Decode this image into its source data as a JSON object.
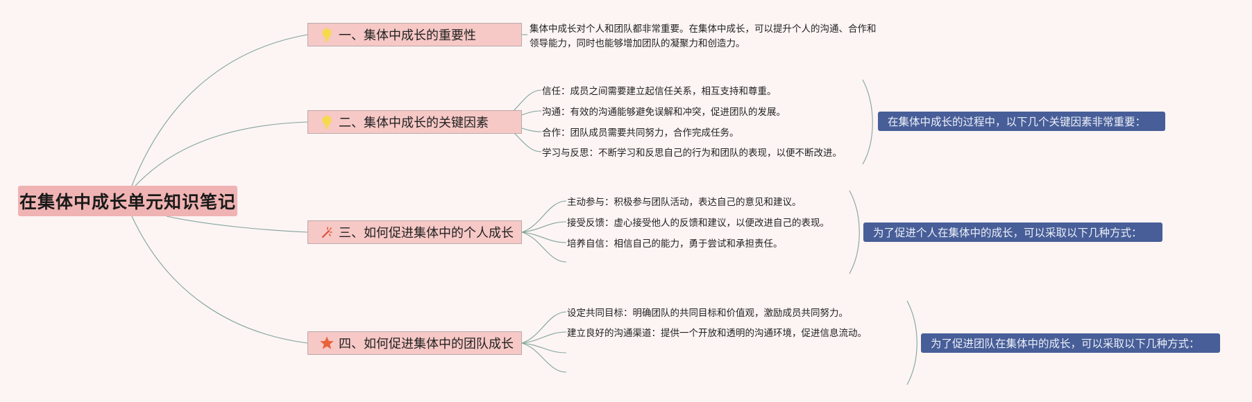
{
  "root": {
    "title": "在集体中成长单元知识笔记"
  },
  "branches": [
    {
      "label": "一、集体中成长的重要性",
      "icon": "lightbulb-icon",
      "description": "集体中成长对个人和团队都非常重要。在集体中成长，可以提升个人的沟通、合作和领导能力，同时也能够增加团队的凝聚力和创造力。"
    },
    {
      "label": "二、集体中成长的关键因素",
      "icon": "lightbulb-icon",
      "items": [
        "信任：成员之间需要建立起信任关系，相互支持和尊重。",
        "沟通：有效的沟通能够避免误解和冲突，促进团队的发展。",
        "合作：团队成员需要共同努力，合作完成任务。",
        "学习与反思：不断学习和反思自己的行为和团队的表现，以便不断改进。"
      ],
      "summary": "在集体中成长的过程中，以下几个关键因素非常重要："
    },
    {
      "label": "三、如何促进集体中的个人成长",
      "icon": "sparkle-wand-icon",
      "items": [
        "主动参与：积极参与团队活动，表达自己的意见和建议。",
        "接受反馈：虚心接受他人的反馈和建议，以便改进自己的表现。",
        "培养自信：相信自己的能力，勇于尝试和承担责任。",
        ""
      ],
      "summary": "为了促进个人在集体中的成长，可以采取以下几种方式："
    },
    {
      "label": "四、如何促进集体中的团队成长",
      "icon": "star-icon",
      "items": [
        "设定共同目标：明确团队的共同目标和价值观，激励成员共同努力。",
        "建立良好的沟通渠道：提供一个开放和透明的沟通环境，促进信息流动。",
        "",
        ""
      ],
      "summary": "为了促进团队在集体中的成长，可以采取以下几种方式："
    }
  ],
  "colors": {
    "background": "#fdf4f4",
    "root_fill": "#f0b3b3",
    "branch_fill": "#f6c8c6",
    "summary_fill": "#475e98",
    "connector": "#7fa59a",
    "bulb": "#f7d94c",
    "star": "#e8623a"
  }
}
